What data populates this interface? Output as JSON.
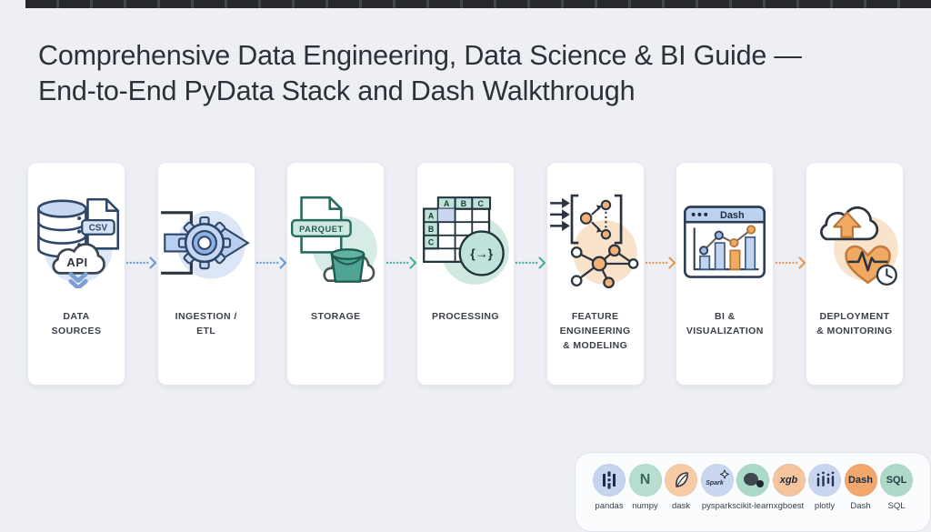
{
  "page": {
    "background_color": "#edeff4",
    "top_bar_color": "#26282d"
  },
  "title": {
    "line1": "Comprehensive Data Engineering, Data Science & BI Guide —",
    "line2": "End-to-End PyData Stack and Dash Walkthrough"
  },
  "pipeline": {
    "stages": [
      {
        "label": "DATA SOURCES",
        "icon": "database-csv-api-icon",
        "texts": {
          "csv": "CSV",
          "api": "API"
        }
      },
      {
        "label": "INGESTION / ETL",
        "icon": "gear-pipeline-icon"
      },
      {
        "label": "STORAGE",
        "icon": "parquet-cloud-bucket-icon",
        "texts": {
          "badge": "PARQUET"
        }
      },
      {
        "label": "PROCESSING",
        "icon": "dataframe-code-icon",
        "texts": {
          "cols": [
            "A",
            "B",
            "C"
          ],
          "rows": [
            "A",
            "B",
            "C"
          ],
          "code": "{→}"
        }
      },
      {
        "label": "FEATURE ENGINEERING & MODELING",
        "icon": "vectorize-network-icon"
      },
      {
        "label": "BI & VISUALIZATION",
        "icon": "dash-window-chart-icon",
        "texts": {
          "window_title": "Dash"
        }
      },
      {
        "label": "DEPLOYMENT & MONITORING",
        "icon": "cloud-upload-heartbeat-icon"
      }
    ],
    "connector_colors": [
      "#6d9bd3",
      "#6d9bd3",
      "#4fae9d",
      "#4fae9d",
      "#e79a55",
      "#e79a55"
    ]
  },
  "legend": {
    "items": [
      {
        "label": "pandas",
        "circle_color": "#c7d4f0",
        "glyph": "pandas-bars-icon"
      },
      {
        "label": "numpy",
        "circle_color": "#b7ded1",
        "glyph": "numpy-n-icon",
        "text": "N"
      },
      {
        "label": "dask",
        "circle_color": "#f6cba6",
        "glyph": "dask-leaf-icon"
      },
      {
        "label": "pyspark",
        "circle_color": "#cbd7f1",
        "glyph": "spark-star-icon",
        "text": "Spark"
      },
      {
        "label": "scikit-learn",
        "circle_color": "#abdacb",
        "glyph": "sklearn-blobs-icon"
      },
      {
        "label": "xgboest",
        "circle_color": "#f6c49f",
        "glyph": "xgb-text-icon",
        "text": "xgb"
      },
      {
        "label": "plotly",
        "circle_color": "#c9d6f0",
        "glyph": "plotly-dots-icon"
      },
      {
        "label": "Dash",
        "circle_color": "#f2a76d",
        "glyph": "dash-text-icon",
        "text": "Dash"
      },
      {
        "label": "SQL",
        "circle_color": "#aed9c9",
        "glyph": "sql-text-icon",
        "text": "SQL"
      }
    ]
  }
}
